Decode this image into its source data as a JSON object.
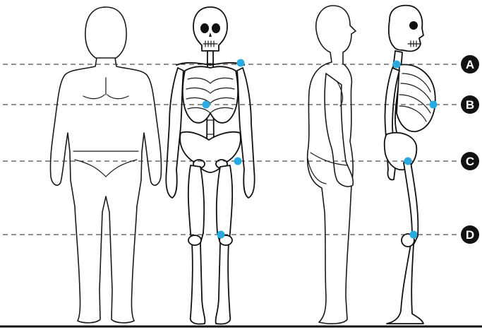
{
  "colors": {
    "marker": "#29abe2",
    "badge": "#111111",
    "line": "#222222"
  },
  "levels": [
    {
      "label": "A"
    },
    {
      "label": "B"
    },
    {
      "label": "C"
    },
    {
      "label": "D"
    }
  ]
}
